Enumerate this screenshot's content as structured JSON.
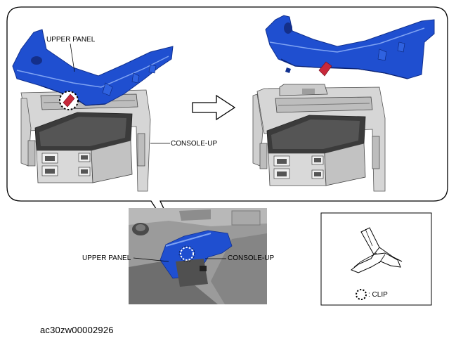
{
  "labels": {
    "upper_panel_top": "UPPER PANEL",
    "console_up_top": "CONSOLE-UP",
    "upper_panel_bottom": "UPPER PANEL",
    "console_up_bottom": "CONSOLE-UP"
  },
  "legend": {
    "clip_label": ": CLIP"
  },
  "figure_id": "ac30zw00002926",
  "colors": {
    "panel_blue": "#1f4fd0",
    "panel_blue_dark": "#10308f",
    "clip_red": "#c8283a",
    "console_gray": "#c9c9c9",
    "console_dark": "#5a5a5a",
    "photo_gray": "#9b9b9b"
  },
  "icons": {
    "arrow": "right-arrow-icon",
    "clip_marker": "dotted-circle-icon"
  }
}
